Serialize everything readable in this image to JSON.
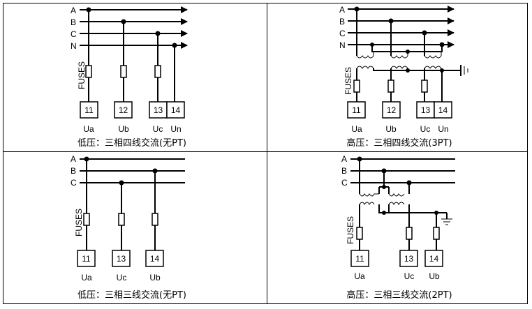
{
  "panels": {
    "p1": {
      "caption": "低压：三相四线交流(无PT)",
      "lines": [
        "A",
        "B",
        "C",
        "N"
      ],
      "fuses_label": "FUSES",
      "terminals": [
        "11",
        "12",
        "13",
        "14"
      ],
      "outputs": [
        "Ua",
        "Ub",
        "Uc",
        "Un"
      ]
    },
    "p2": {
      "caption": "高压：三相四线交流(3PT)",
      "lines": [
        "A",
        "B",
        "C",
        "N"
      ],
      "fuses_label": "FUSES",
      "terminals": [
        "11",
        "12",
        "13",
        "14"
      ],
      "outputs": [
        "Ua",
        "Ub",
        "Uc",
        "Un"
      ]
    },
    "p3": {
      "caption": "低压：三相三线交流(无PT)",
      "lines": [
        "A",
        "B",
        "C"
      ],
      "fuses_label": "FUSES",
      "terminals": [
        "11",
        "13",
        "14"
      ],
      "outputs": [
        "Ua",
        "Uc",
        "Ub"
      ]
    },
    "p4": {
      "caption": "高压：三相三线交流(2PT)",
      "lines": [
        "A",
        "B",
        "C"
      ],
      "fuses_label": "FUSES",
      "terminals": [
        "11",
        "13",
        "14"
      ],
      "outputs": [
        "Ua",
        "Uc",
        "Ub"
      ]
    }
  }
}
